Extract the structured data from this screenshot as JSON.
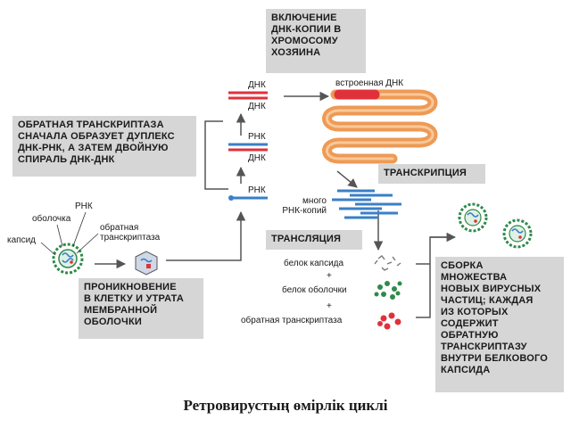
{
  "boxes": {
    "integration": "ВКЛЮЧЕНИЕ\nДНК-КОПИИ В\nХРОМОСОМУ\nХОЗЯИНА",
    "reverse_transcriptase": "ОБРАТНАЯ ТРАНСКРИПТАЗА\nСНАЧАЛА ОБРАЗУЕТ ДУПЛЕКС\nДНК-РНК, А ЗАТЕМ ДВОЙНУЮ\nСПИРАЛЬ ДНК-ДНК",
    "transcription": "ТРАНСКРИПЦИЯ",
    "translation": "ТРАНСЛЯЦИЯ",
    "entry": "ПРОНИКНОВЕНИЕ\nВ КЛЕТКУ И УТРАТА\nМЕМБРАННОЙ\nОБОЛОЧКИ",
    "assembly": "СБОРКА\nМНОЖЕСТВА\nНОВЫХ ВИРУСНЫХ\nЧАСТИЦ; КАЖДАЯ\nИЗ КОТОРЫХ\nСОДЕРЖИТ\nОБРАТНУЮ\nТРАНСКРИПТАЗУ\nВНУТРИ БЕЛКОВОГО\nКАПСИДА"
  },
  "strands": {
    "dna_top": "ДНК",
    "dna_bottom": "ДНК",
    "rna_mid": "РНК",
    "dna_mid": "ДНК",
    "rna_single": "РНК"
  },
  "labels": {
    "integrated_dna": "встроенная ДНК",
    "many_rna": "много\nРНК-копий",
    "capsid_protein": "белок капсида",
    "envelope_protein": "белок оболочки",
    "reverse_transcriptase": "обратная транскриптаза",
    "plus1": "+",
    "plus2": "+"
  },
  "virion": {
    "rna": "РНК",
    "envelope": "оболочка",
    "reverse_transcriptase": "обратная\nтранскриптаза",
    "capsid": "капсид"
  },
  "caption": "Ретровирустың өмірлік циклі",
  "colors": {
    "box_fill": "#d6d6d6",
    "dna_red": "#e0313b",
    "rna_blue": "#3a7fc7",
    "chromosome_orange": "#ee9a55",
    "envelope_green": "#2f8a4a",
    "arrow_gray": "#555555"
  }
}
